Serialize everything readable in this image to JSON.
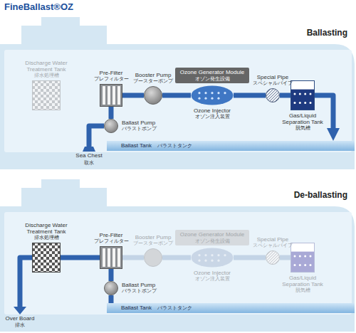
{
  "diagram": {
    "title": "FineBallast®OZ",
    "nodes": [
      {
        "text": [
          "Discharge Water Treatment Tank",
          "排水処理槽"
        ]
      },
      {
        "text": [
          "Pre-Filter",
          "プレフィルター"
        ]
      },
      {
        "text": [
          "Booster Pump",
          "ブースターポンプ"
        ]
      },
      {
        "text": [
          "Ozone Generator Module",
          "オゾン発生設備"
        ]
      },
      {
        "text": [
          "Special Pipe",
          "スペシャルパイプ"
        ]
      },
      {
        "text": [
          "Ozone Injector",
          "オゾン注入装置"
        ]
      },
      {
        "text": [
          "Gas/Liquid Separation Tank",
          "脱気槽"
        ]
      },
      {
        "text": [
          "Ballast Pump",
          "バラストポンプ"
        ]
      },
      {
        "text": [
          "Ballast Tank",
          "バラストタンク"
        ]
      },
      {
        "text": [
          "Discharge Water Treatment Tank",
          "排水処理槽"
        ]
      },
      {
        "text": [
          "Pre-Filter",
          "プレフィルター"
        ]
      },
      {
        "text": [
          "Booster Pump",
          "ブースターポンプ"
        ]
      },
      {
        "text": [
          "Ozone Generator Module",
          "オゾン発生設備"
        ]
      },
      {
        "text": [
          "Special Pipe",
          "スペシャルパイプ"
        ]
      },
      {
        "text": [
          "Ozone Injector",
          "オゾン注入装置"
        ]
      },
      {
        "text": [
          "Gas/Liquid Separation Tank",
          "脱気槽"
        ]
      },
      {
        "text": [
          "Ballast Pump",
          "バラストポンプ"
        ]
      },
      {
        "text": [
          "Ballast Tank",
          "バラストタンク"
        ]
      }
    ],
    "edges": [
      {
        "from": 7,
        "to": 1,
        "arrow": "none"
      },
      {
        "from": 1,
        "to": 2,
        "arrow": "none"
      },
      {
        "from": 2,
        "to": 5,
        "arrow": "none"
      },
      {
        "from": 5,
        "to": 4,
        "arrow": "none"
      },
      {
        "from": 4,
        "to": 6,
        "arrow": "none"
      },
      {
        "from": 6,
        "to": 8,
        "arrow": "to"
      },
      {
        "from": 17,
        "to": 16,
        "arrow": "none"
      },
      {
        "from": 16,
        "to": 10,
        "arrow": "none"
      },
      {
        "from": 10,
        "to": 9,
        "arrow": "none"
      },
      {
        "from": 10,
        "to": 11,
        "arrow": "none"
      },
      {
        "from": 11,
        "to": 14,
        "arrow": "none"
      },
      {
        "from": 14,
        "to": 13,
        "arrow": "none"
      },
      {
        "from": 13,
        "to": 15,
        "arrow": "none"
      }
    ],
    "labels": [
      "Ballasting",
      "Sea Chest",
      "取水",
      "De-ballasting",
      "Over Board",
      "排水"
    ]
  }
}
